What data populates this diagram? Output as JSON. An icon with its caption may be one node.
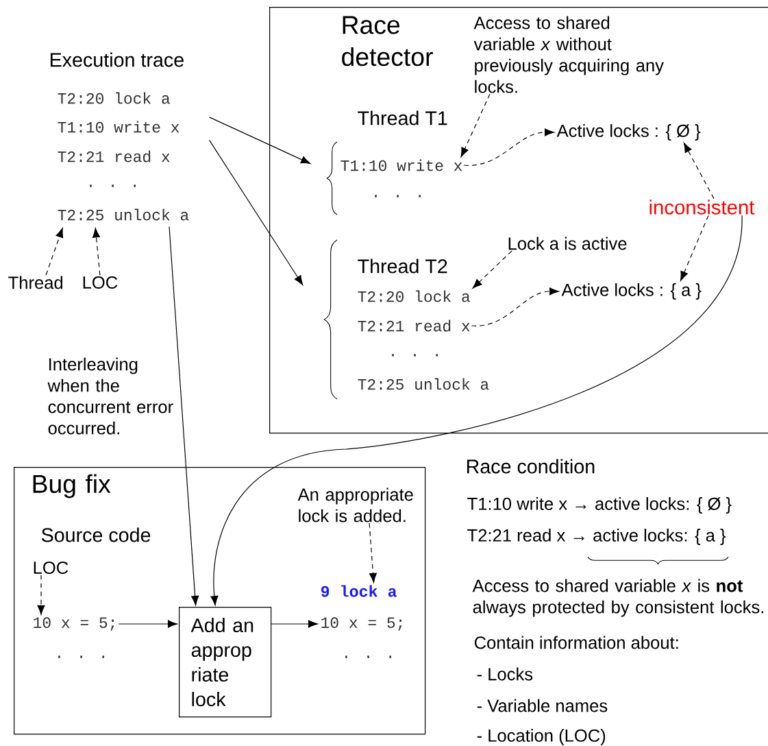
{
  "diagram": {
    "nodes": [
      {
        "text": [
          "Race detector"
        ]
      },
      {
        "text": [
          "Access to shared variable *x* without previously acquiring any locks."
        ],
        "in": 0
      },
      {
        "text": [
          "Thread T1"
        ],
        "in": 0
      },
      {
        "text": [
          "T1:10 write x"
        ],
        "in": 2
      },
      {
        "text": [
          "Active locks : { Ø }"
        ],
        "in": 0
      },
      {
        "text": [
          "inconsistent"
        ],
        "in": 0
      },
      {
        "text": [
          "Lock a is active"
        ],
        "in": 0
      },
      {
        "text": [
          "Thread T2"
        ],
        "in": 0
      },
      {
        "text": [
          "T2:20 lock a"
        ],
        "in": 7
      },
      {
        "text": [
          "T2:21 read x"
        ],
        "in": 7
      },
      {
        "text": [
          "T2:25 unlock a"
        ],
        "in": 7
      },
      {
        "text": [
          "Active locks : { a }"
        ],
        "in": 0
      },
      {
        "text": [
          "Execution trace",
          "T2:20 lock a",
          "T1:10 write x",
          "T2:21 read x",
          ". . .",
          "T2:25 unlock a"
        ]
      },
      {
        "text": [
          "Thread"
        ]
      },
      {
        "text": [
          "LOC"
        ]
      },
      {
        "text": [
          "Bug fix"
        ]
      },
      {
        "text": [
          "An appropriate lock is added."
        ],
        "in": 15
      },
      {
        "text": [
          "9 lock a"
        ],
        "in": 15
      },
      {
        "text": [
          "LOC"
        ],
        "in": 15
      },
      {
        "text": [
          "10 x = 5;"
        ],
        "in": 15
      },
      {
        "text": [
          "Add an approp riate lock"
        ],
        "in": 15
      },
      {
        "text": [
          "10 x = 5;"
        ],
        "in": 15
      }
    ],
    "edges": [
      {
        "from": 12,
        "to": 2,
        "arrow": "to"
      },
      {
        "from": 12,
        "to": 7,
        "arrow": "to"
      },
      {
        "from": 12,
        "to": 20,
        "arrow": "to"
      },
      {
        "from": 5,
        "to": 20,
        "arrow": "to"
      },
      {
        "from": 1,
        "to": 3,
        "arrow": "to",
        "style": "dashed"
      },
      {
        "from": 3,
        "to": 4,
        "arrow": "to",
        "style": "dashed"
      },
      {
        "from": 5,
        "to": 4,
        "arrow": "to",
        "style": "dashed"
      },
      {
        "from": 5,
        "to": 11,
        "arrow": "to",
        "style": "dashed"
      },
      {
        "from": 6,
        "to": 8,
        "arrow": "to",
        "style": "dashed"
      },
      {
        "from": 9,
        "to": 11,
        "arrow": "to",
        "style": "dashed"
      },
      {
        "from": 13,
        "to": 12,
        "arrow": "to",
        "style": "dashed"
      },
      {
        "from": 14,
        "to": 12,
        "arrow": "to",
        "style": "dashed"
      },
      {
        "from": 18,
        "to": 19,
        "arrow": "to",
        "style": "dashed"
      },
      {
        "from": 16,
        "to": 17,
        "arrow": "to",
        "style": "dashed"
      },
      {
        "from": 19,
        "to": 20,
        "arrow": "to"
      },
      {
        "from": 20,
        "to": 21,
        "arrow": "to"
      }
    ],
    "labels": [
      ". . .",
      ". . .",
      "Interleaving when the concurrent error occurred.",
      "Race condition",
      "T1:10 write x → active locks: { Ø }",
      "T2:21 read x → active locks: { a }",
      "Access to shared variable *x* is **not** always protected by consistent locks.",
      "Contain information about:",
      "- Locks",
      "- Variable names",
      "- Location (LOC)",
      "Source code",
      ". . .",
      ". . ."
    ]
  }
}
